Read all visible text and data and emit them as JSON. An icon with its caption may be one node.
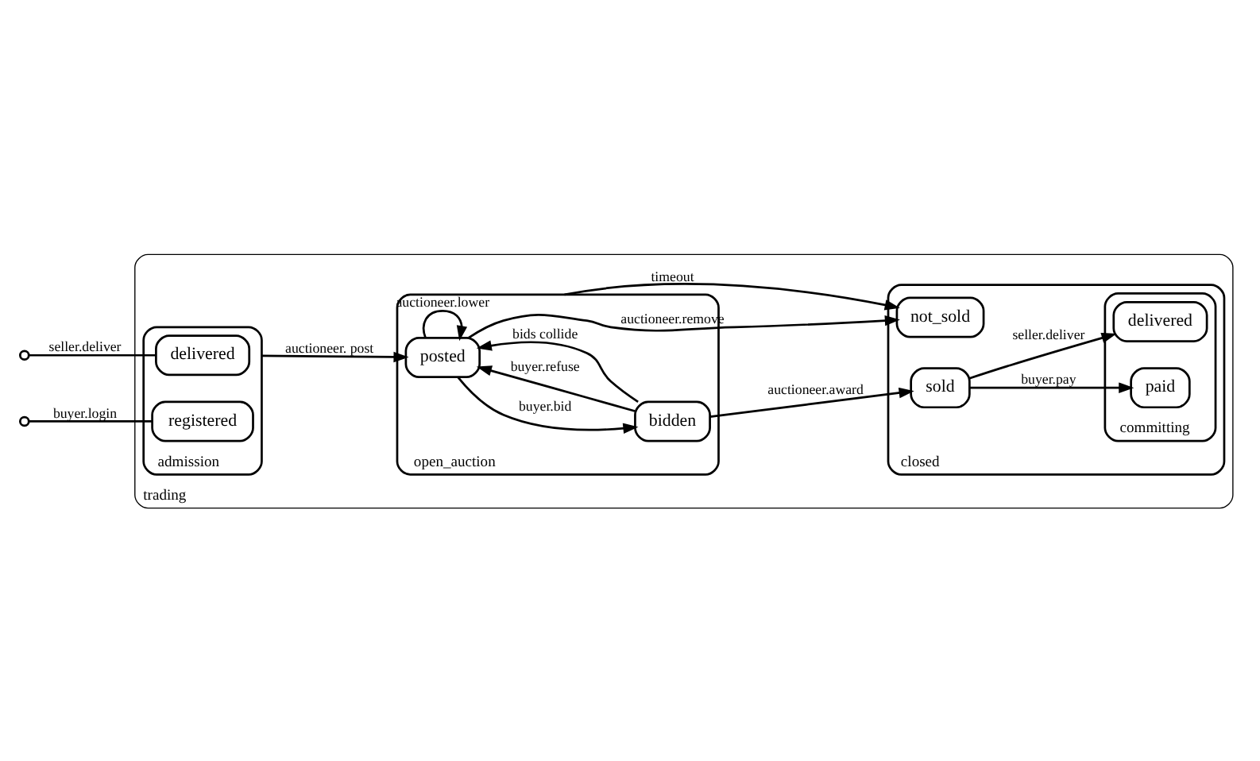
{
  "diagram": {
    "nodes": [
      {
        "text": [
          "trading"
        ]
      },
      {
        "text": [
          "admission"
        ],
        "in": 0
      },
      {
        "text": [
          "delivered"
        ],
        "in": 1
      },
      {
        "text": [
          "registered"
        ],
        "in": 1
      },
      {
        "text": [
          "open_auction"
        ],
        "in": 0
      },
      {
        "text": [
          "posted"
        ],
        "in": 4
      },
      {
        "text": [
          "bidden"
        ],
        "in": 4
      },
      {
        "text": [
          "closed"
        ],
        "in": 0
      },
      {
        "text": [
          "committing"
        ],
        "in": 7
      },
      {
        "text": [
          "paid"
        ],
        "in": 8
      },
      {
        "text": [
          "delivered"
        ],
        "in": 8
      },
      {
        "text": [
          "sold"
        ],
        "in": 7
      },
      {
        "text": [
          "not_sold"
        ],
        "in": 7
      }
    ],
    "edges": [
      {
        "from": null,
        "to": 2,
        "arrow": "other",
        "label": "seller.deliver"
      },
      {
        "from": null,
        "to": 3,
        "arrow": "other",
        "label": "buyer.login"
      },
      {
        "from": 1,
        "to": 5,
        "arrow": "to",
        "label": "auctioneer. post"
      },
      {
        "from": 5,
        "to": 5,
        "arrow": "to",
        "label": "auctioneer.lower"
      },
      {
        "from": 5,
        "to": 6,
        "arrow": "to",
        "label": "buyer.bid"
      },
      {
        "from": 6,
        "to": 5,
        "arrow": "to",
        "label": "buyer.refuse"
      },
      {
        "from": 6,
        "to": 5,
        "arrow": "to",
        "label": "bids collide"
      },
      {
        "from": 5,
        "to": 12,
        "arrow": "to",
        "label": "auctioneer.remove"
      },
      {
        "from": 6,
        "to": 11,
        "arrow": "to",
        "label": "auctioneer.award"
      },
      {
        "from": 4,
        "to": 12,
        "arrow": "to",
        "label": "timeout"
      },
      {
        "from": 11,
        "to": 9,
        "arrow": "to",
        "label": "buyer.pay"
      },
      {
        "from": 11,
        "to": 10,
        "arrow": "to",
        "label": "seller.deliver"
      }
    ]
  }
}
